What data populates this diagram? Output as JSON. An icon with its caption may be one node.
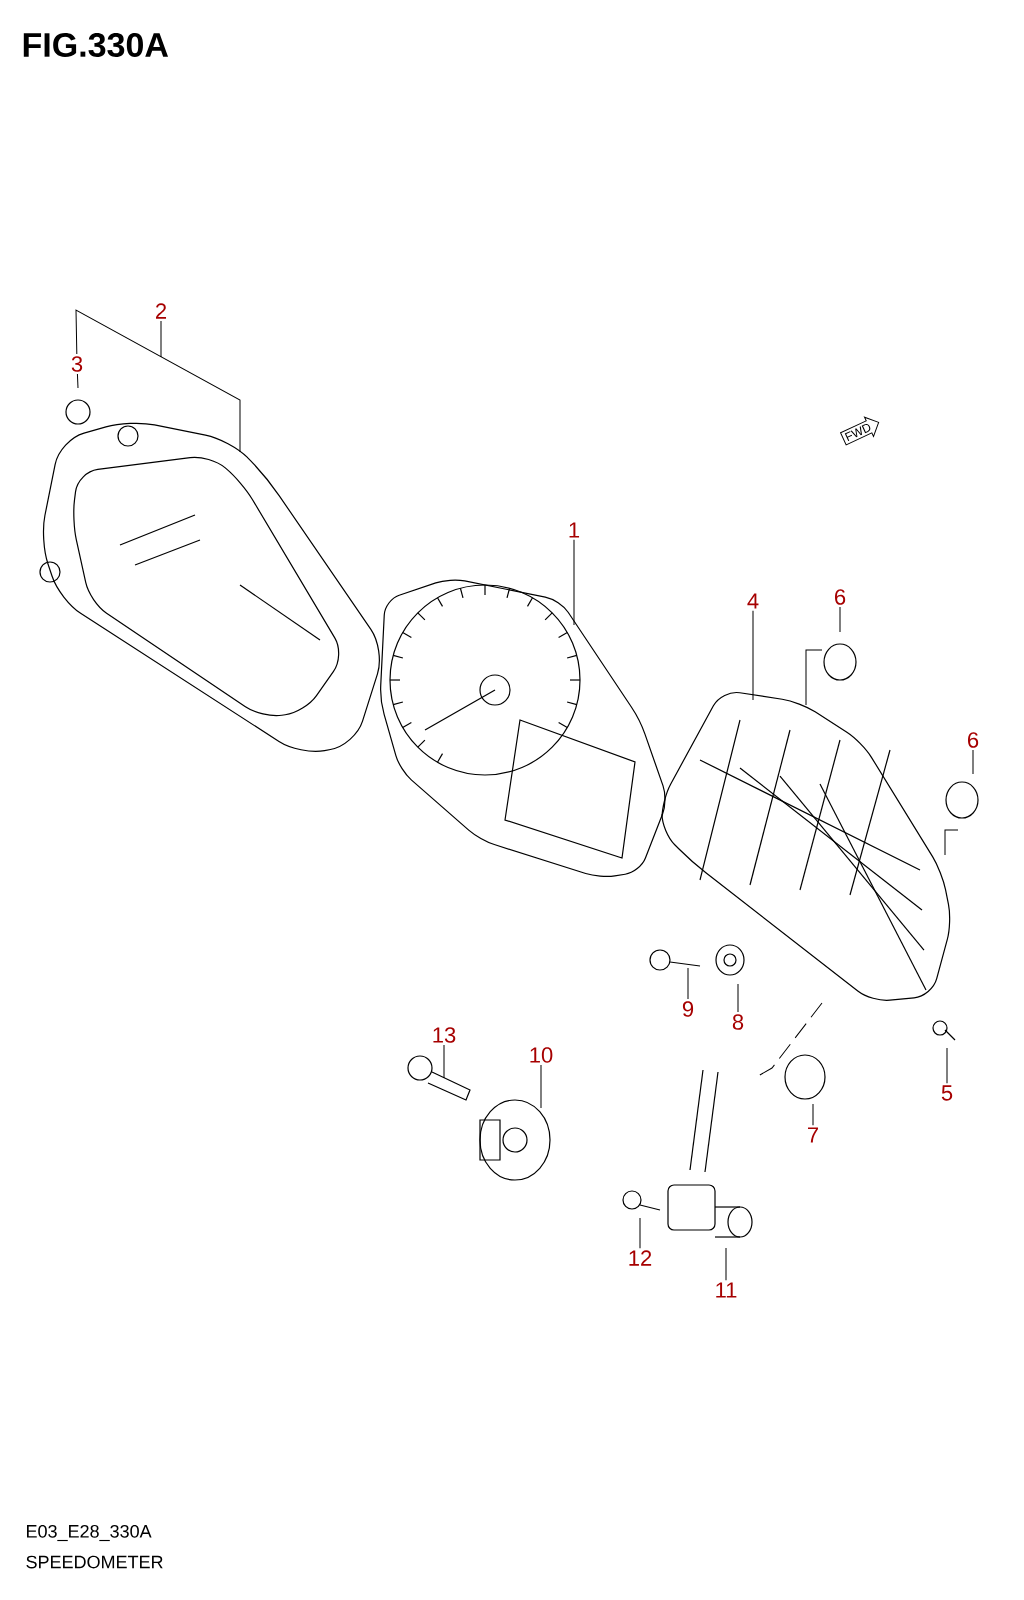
{
  "diagram": {
    "title": "FIG.330A",
    "nodes": [
      {
        "text": [
          "2"
        ]
      },
      {
        "text": [
          "3"
        ]
      },
      {
        "text": [
          "FWD"
        ]
      },
      {
        "text": [
          "1"
        ]
      },
      {
        "text": [
          "4"
        ]
      },
      {
        "text": [
          "6"
        ]
      },
      {
        "text": [
          "6"
        ]
      },
      {
        "text": [
          "9"
        ]
      },
      {
        "text": [
          "8"
        ]
      },
      {
        "text": [
          "5"
        ]
      },
      {
        "text": [
          "13"
        ]
      },
      {
        "text": [
          "10"
        ]
      },
      {
        "text": [
          "7"
        ]
      },
      {
        "text": [
          "12"
        ]
      },
      {
        "text": [
          "11"
        ]
      }
    ],
    "edges": [
      {
        "from": 0,
        "to": null,
        "arrow": "none"
      },
      {
        "from": 1,
        "to": null,
        "arrow": "none"
      },
      {
        "from": 3,
        "to": null,
        "arrow": "none"
      },
      {
        "from": 4,
        "to": null,
        "arrow": "none"
      },
      {
        "from": 5,
        "to": null,
        "arrow": "none"
      },
      {
        "from": 6,
        "to": null,
        "arrow": "none"
      },
      {
        "from": 7,
        "to": null,
        "arrow": "none"
      },
      {
        "from": 8,
        "to": null,
        "arrow": "none"
      },
      {
        "from": 9,
        "to": null,
        "arrow": "none"
      },
      {
        "from": 10,
        "to": null,
        "arrow": "none"
      },
      {
        "from": 11,
        "to": null,
        "arrow": "none"
      },
      {
        "from": 12,
        "to": null,
        "arrow": "none"
      },
      {
        "from": 13,
        "to": null,
        "arrow": "none"
      },
      {
        "from": 14,
        "to": null,
        "arrow": "none"
      },
      {
        "from": 1,
        "to": null,
        "arrow": "none"
      }
    ],
    "labels": [
      "E03_E28_330A",
      "SPEEDOMETER"
    ]
  }
}
